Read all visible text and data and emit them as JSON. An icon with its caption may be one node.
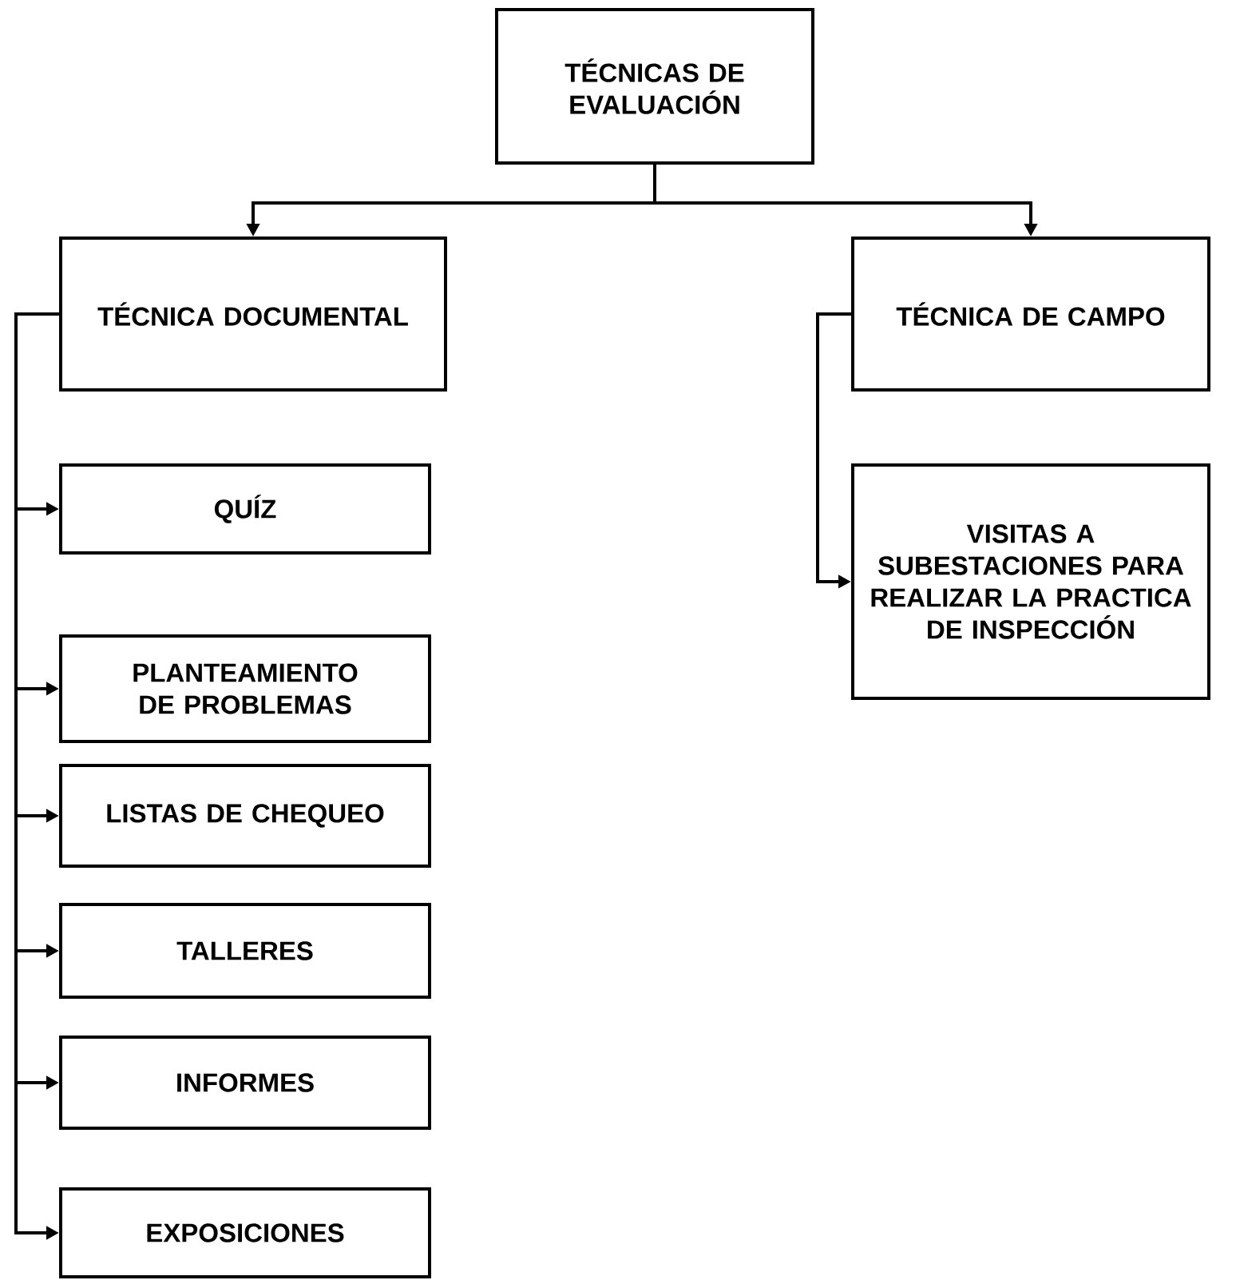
{
  "diagram": {
    "nodes": [
      {
        "text": [
          "TÉCNICAS DE EVALUACIÓN"
        ]
      },
      {
        "text": [
          "TÉCNICA DOCUMENTAL"
        ]
      },
      {
        "text": [
          "TÉCNICA DE CAMPO"
        ]
      },
      {
        "text": [
          "QUÍZ"
        ]
      },
      {
        "text": [
          "PLANTEAMIENTO DE PROBLEMAS"
        ]
      },
      {
        "text": [
          "LISTAS DE CHEQUEO"
        ]
      },
      {
        "text": [
          "TALLERES"
        ]
      },
      {
        "text": [
          "INFORMES"
        ]
      },
      {
        "text": [
          "EXPOSICIONES"
        ]
      },
      {
        "text": [
          "VISITAS A SUBESTACIONES PARA REALIZAR LA PRACTICA DE INSPECCIÓN"
        ]
      }
    ],
    "edges": [
      {
        "from": 0,
        "to": 1,
        "arrow": "to"
      },
      {
        "from": 0,
        "to": 2,
        "arrow": "to"
      },
      {
        "from": 1,
        "to": 3,
        "arrow": "to"
      },
      {
        "from": 1,
        "to": 4,
        "arrow": "to"
      },
      {
        "from": 1,
        "to": 5,
        "arrow": "to"
      },
      {
        "from": 1,
        "to": 6,
        "arrow": "to"
      },
      {
        "from": 1,
        "to": 7,
        "arrow": "to"
      },
      {
        "from": 1,
        "to": 8,
        "arrow": "to"
      },
      {
        "from": 2,
        "to": 9,
        "arrow": "to"
      }
    ]
  }
}
